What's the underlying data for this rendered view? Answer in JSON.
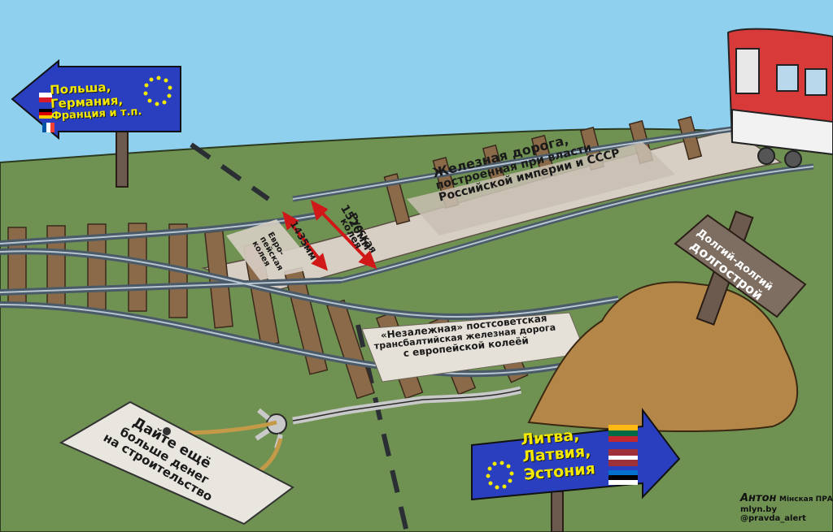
{
  "sign_west": {
    "lines": [
      "Польша,",
      "Германия,",
      "Франция и т.п."
    ],
    "flags": [
      "poland-flag",
      "germany-flag",
      "france-flag"
    ],
    "eu_stars_icon": "eu-stars-icon",
    "colors": {
      "board": "#2a3fbf",
      "text": "#f2e800"
    }
  },
  "sign_east": {
    "lines": [
      "Литва,",
      "Латвия,",
      "Эстония"
    ],
    "flags": [
      "lithuania-flag",
      "latvia-flag",
      "estonia-flag"
    ],
    "eu_stars_icon": "eu-stars-icon",
    "colors": {
      "board": "#2a3fbf",
      "text": "#f2e800"
    }
  },
  "russian_track_label": {
    "lines": [
      "Железная дорога,",
      "построенная при власти",
      "Российской империи и СССР"
    ]
  },
  "russian_gauge": {
    "label": "Русская колея",
    "measure": "1520мм"
  },
  "euro_gauge": {
    "label": "Евро-пейская колея",
    "measure": "1435мм"
  },
  "new_track_label": {
    "lines": [
      "«Незалежная» постсоветская",
      "трансбалтийская железная дорога",
      "с европейской колеёй"
    ]
  },
  "wooden_sign": {
    "lines": [
      "Долгий-долгий",
      "долгострой"
    ]
  },
  "paper_sign": {
    "lines": [
      "Дайте ещё",
      "больше денег",
      "на строительство"
    ]
  },
  "credits": {
    "author": "Антон",
    "site": "mlyn.by",
    "outlet": "Мінская ПРАЎДА",
    "handle": "@pravda_alert"
  }
}
